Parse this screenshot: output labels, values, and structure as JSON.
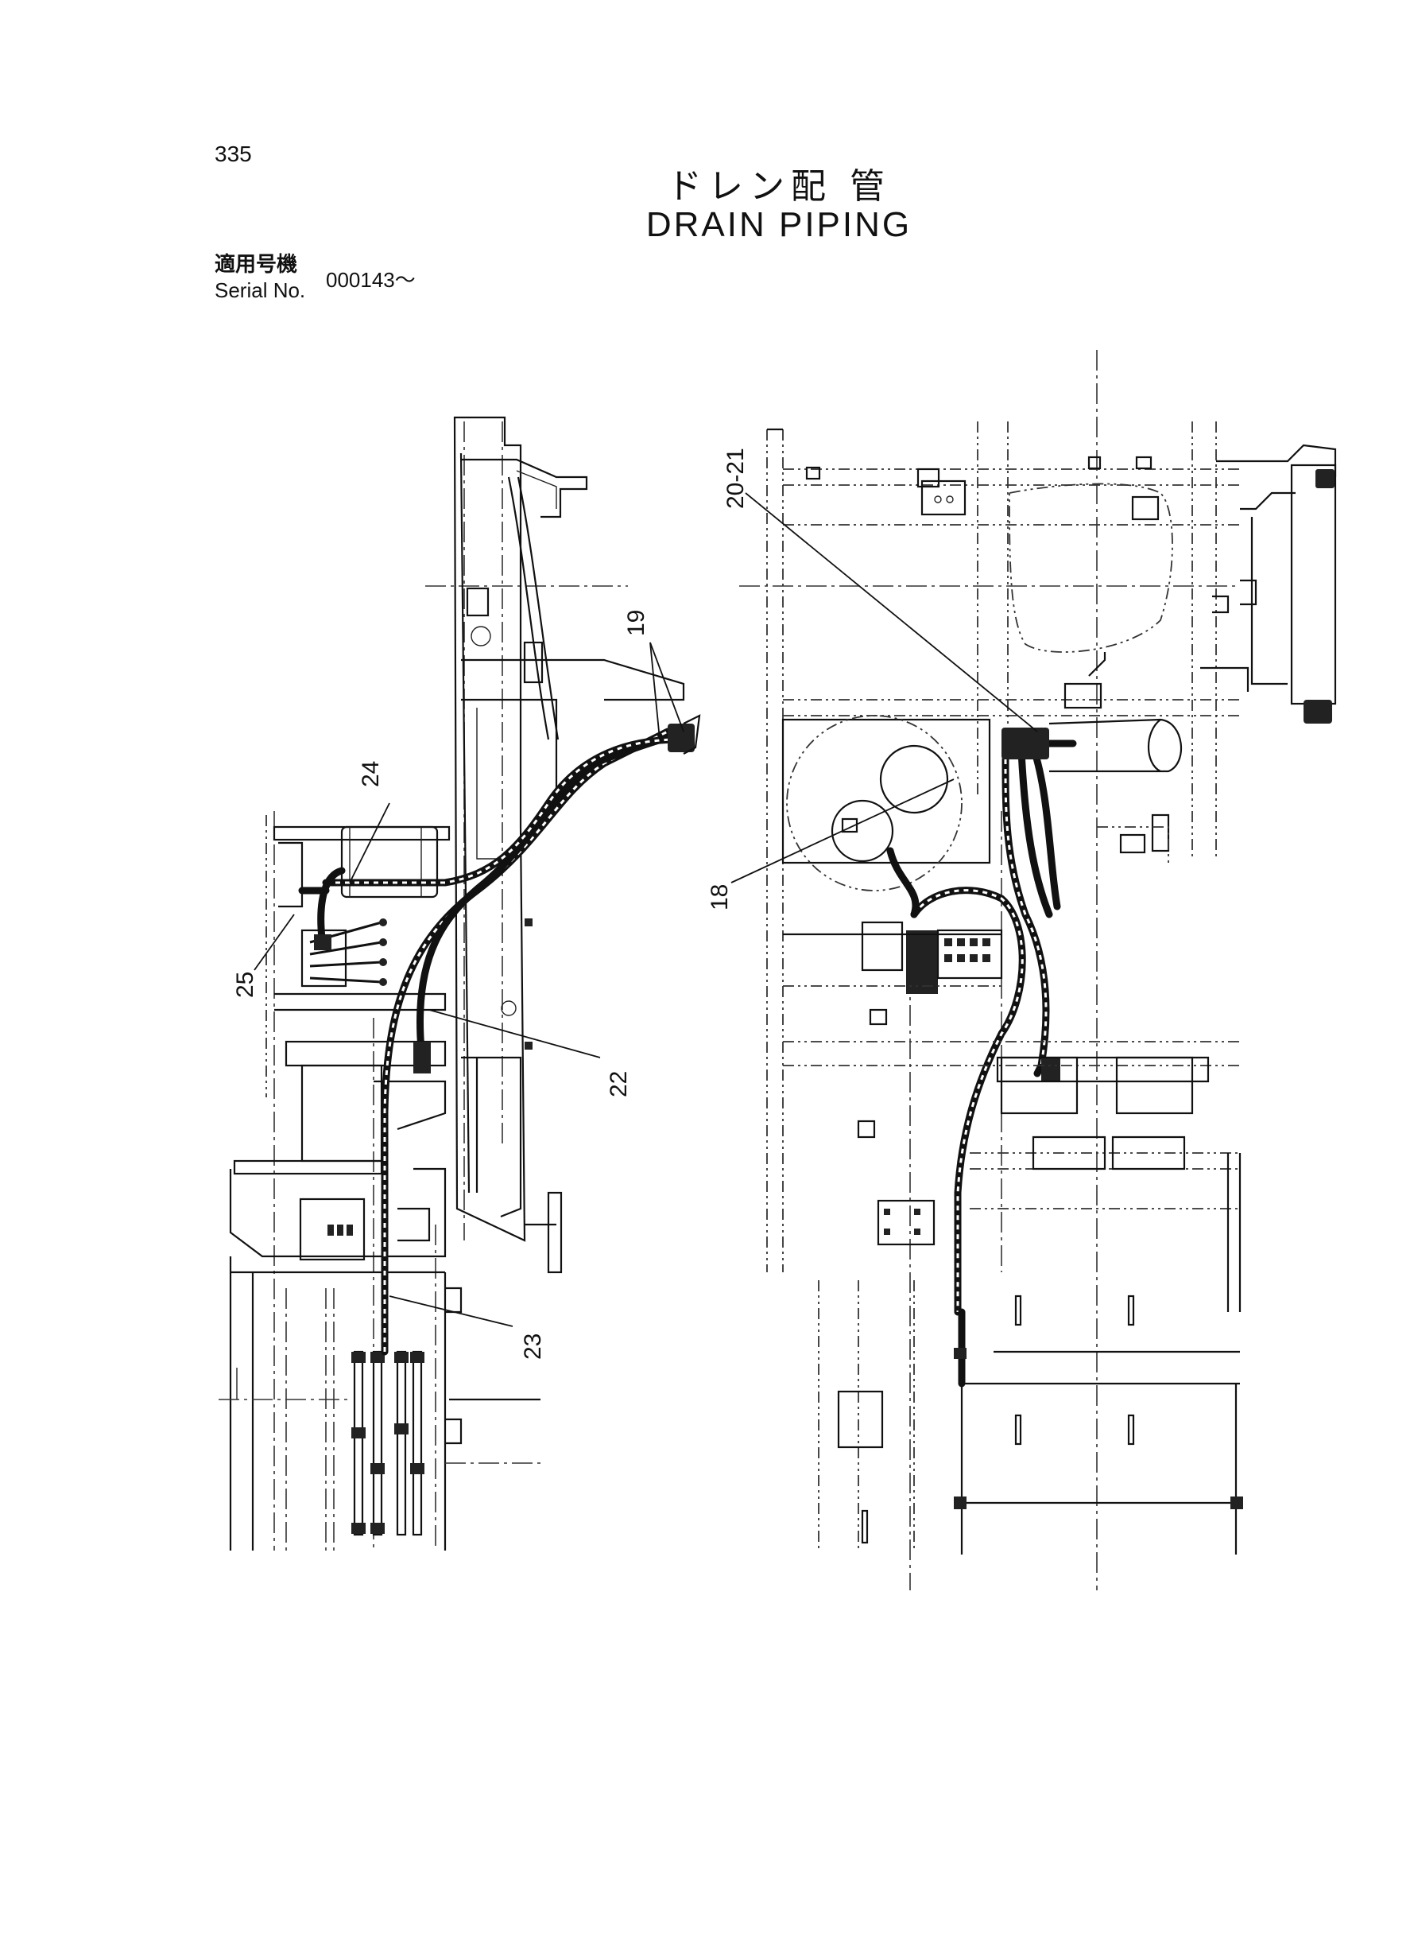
{
  "header": {
    "page_number": "335",
    "title_jp": "ドレン配 管",
    "title_en": "DRAIN  PIPING",
    "serial_label_jp": "適用号機",
    "serial_label_en": "Serial No.",
    "serial_value": "000143〜"
  },
  "callouts": [
    "18",
    "19",
    "20-21",
    "22",
    "23",
    "24",
    "25"
  ],
  "icons": [
    "drain-piping-diagram"
  ]
}
